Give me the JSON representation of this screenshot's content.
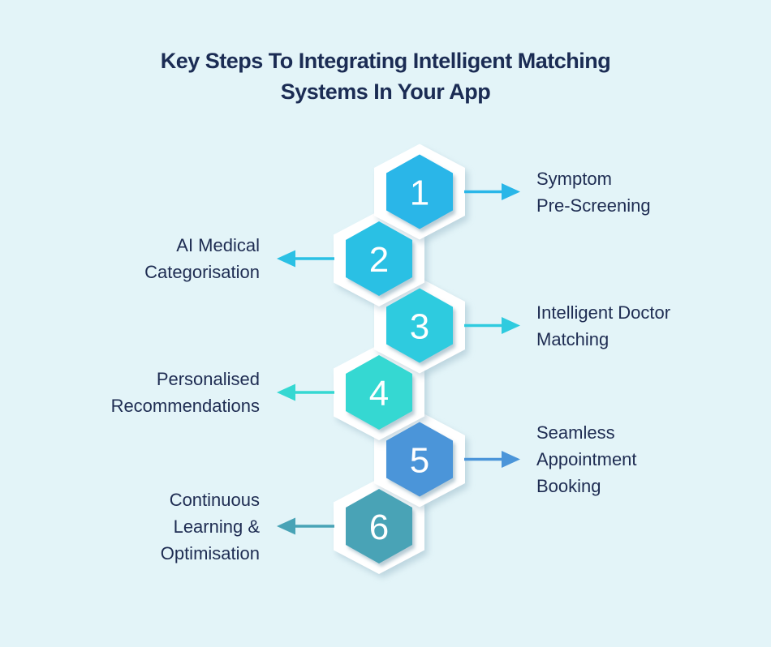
{
  "background_color": "#e3f4f8",
  "title": {
    "lines": [
      "Key Steps To Integrating Intelligent Matching",
      "Systems In Your App"
    ],
    "color": "#1b2c54"
  },
  "label_text_color": "#1e2c52",
  "number_color": "#ffffff",
  "hex_border_color": "#ffffff",
  "steps": [
    {
      "number": "1",
      "side": "right",
      "color": "#29b6e8",
      "label_lines": [
        "Symptom",
        "Pre-Screening"
      ]
    },
    {
      "number": "2",
      "side": "left",
      "color": "#2ac0e4",
      "label_lines": [
        "AI Medical",
        "Categorisation"
      ]
    },
    {
      "number": "3",
      "side": "right",
      "color": "#2fcbdf",
      "label_lines": [
        "Intelligent Doctor",
        "Matching"
      ]
    },
    {
      "number": "4",
      "side": "left",
      "color": "#35d8d2",
      "label_lines": [
        "Personalised",
        "Recommendations"
      ]
    },
    {
      "number": "5",
      "side": "right",
      "color": "#4b95d9",
      "label_lines": [
        "Seamless",
        "Appointment",
        "Booking"
      ]
    },
    {
      "number": "6",
      "side": "left",
      "color": "#48a3b6",
      "label_lines": [
        "Continuous",
        "Learning &",
        "Optimisation"
      ]
    }
  ]
}
